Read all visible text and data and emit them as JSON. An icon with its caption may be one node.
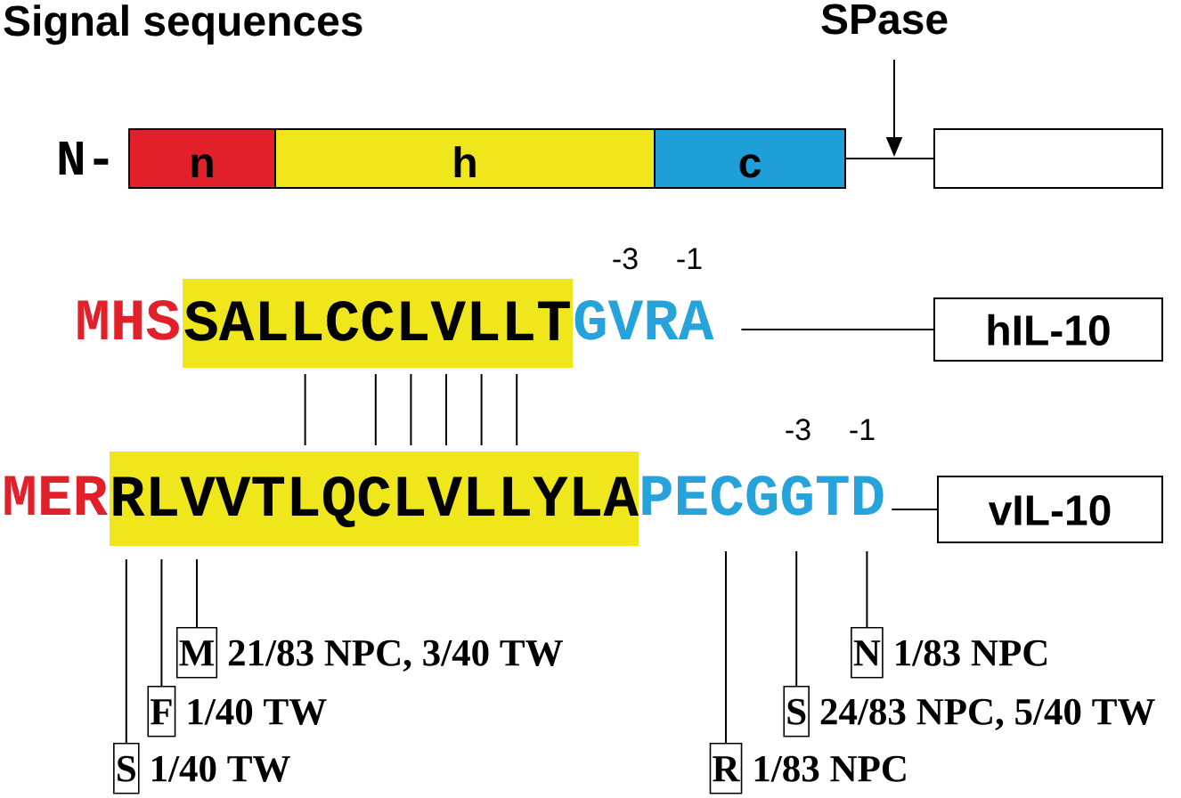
{
  "diagram": {
    "title": "Signal sequences",
    "nodes": [
      {
        "text": [
          "SPase"
        ]
      },
      {
        "text": [
          "n"
        ]
      },
      {
        "text": [
          "h"
        ]
      },
      {
        "text": [
          "c"
        ]
      },
      {
        "text": [],
        "shape": "box"
      },
      {
        "text": [
          "SALLCCLVLLT"
        ]
      },
      {
        "text": [
          "GVRA"
        ]
      },
      {
        "text": [
          "hIL-10"
        ]
      },
      {
        "text": [
          "RLVVTLQCLVLLYLA"
        ]
      },
      {
        "text": [
          "PECGGTD"
        ]
      },
      {
        "text": [
          "vIL-10"
        ]
      },
      {
        "text": [
          "M"
        ],
        "beside": [
          "21/83 NPC, 3/40 TW"
        ]
      },
      {
        "text": [
          "N"
        ],
        "beside": [
          "1/83 NPC"
        ]
      },
      {
        "text": [
          "F"
        ],
        "beside": [
          "1/40 TW"
        ]
      },
      {
        "text": [
          "S"
        ],
        "beside": [
          "24/83 NPC, 5/40 TW"
        ]
      },
      {
        "text": [
          "S"
        ],
        "beside": [
          "1/40 TW"
        ]
      },
      {
        "text": [
          "R"
        ],
        "beside": [
          "1/83 NPC"
        ]
      }
    ],
    "edges": [
      {
        "from": 0,
        "to": null,
        "arrow": "to"
      },
      {
        "from": 3,
        "to": 4,
        "arrow": "none"
      },
      {
        "from": 6,
        "to": 7,
        "arrow": "none"
      },
      {
        "from": 5,
        "to": 8,
        "arrow": "none"
      },
      {
        "from": 5,
        "to": 8,
        "arrow": "none"
      },
      {
        "from": 5,
        "to": 8,
        "arrow": "none"
      },
      {
        "from": 5,
        "to": 8,
        "arrow": "none"
      },
      {
        "from": 5,
        "to": 8,
        "arrow": "none"
      },
      {
        "from": 5,
        "to": 8,
        "arrow": "none"
      },
      {
        "from": 9,
        "to": 10,
        "arrow": "none"
      },
      {
        "from": 15,
        "to": 8,
        "arrow": "none"
      },
      {
        "from": 13,
        "to": 8,
        "arrow": "none"
      },
      {
        "from": 11,
        "to": 8,
        "arrow": "none"
      },
      {
        "from": 16,
        "to": 9,
        "arrow": "none"
      },
      {
        "from": 14,
        "to": 9,
        "arrow": "none"
      },
      {
        "from": 12,
        "to": 9,
        "arrow": "none"
      }
    ],
    "labels": [
      "N-",
      "-3",
      "-1",
      "MHS",
      "-3",
      "-1",
      "MER"
    ]
  }
}
